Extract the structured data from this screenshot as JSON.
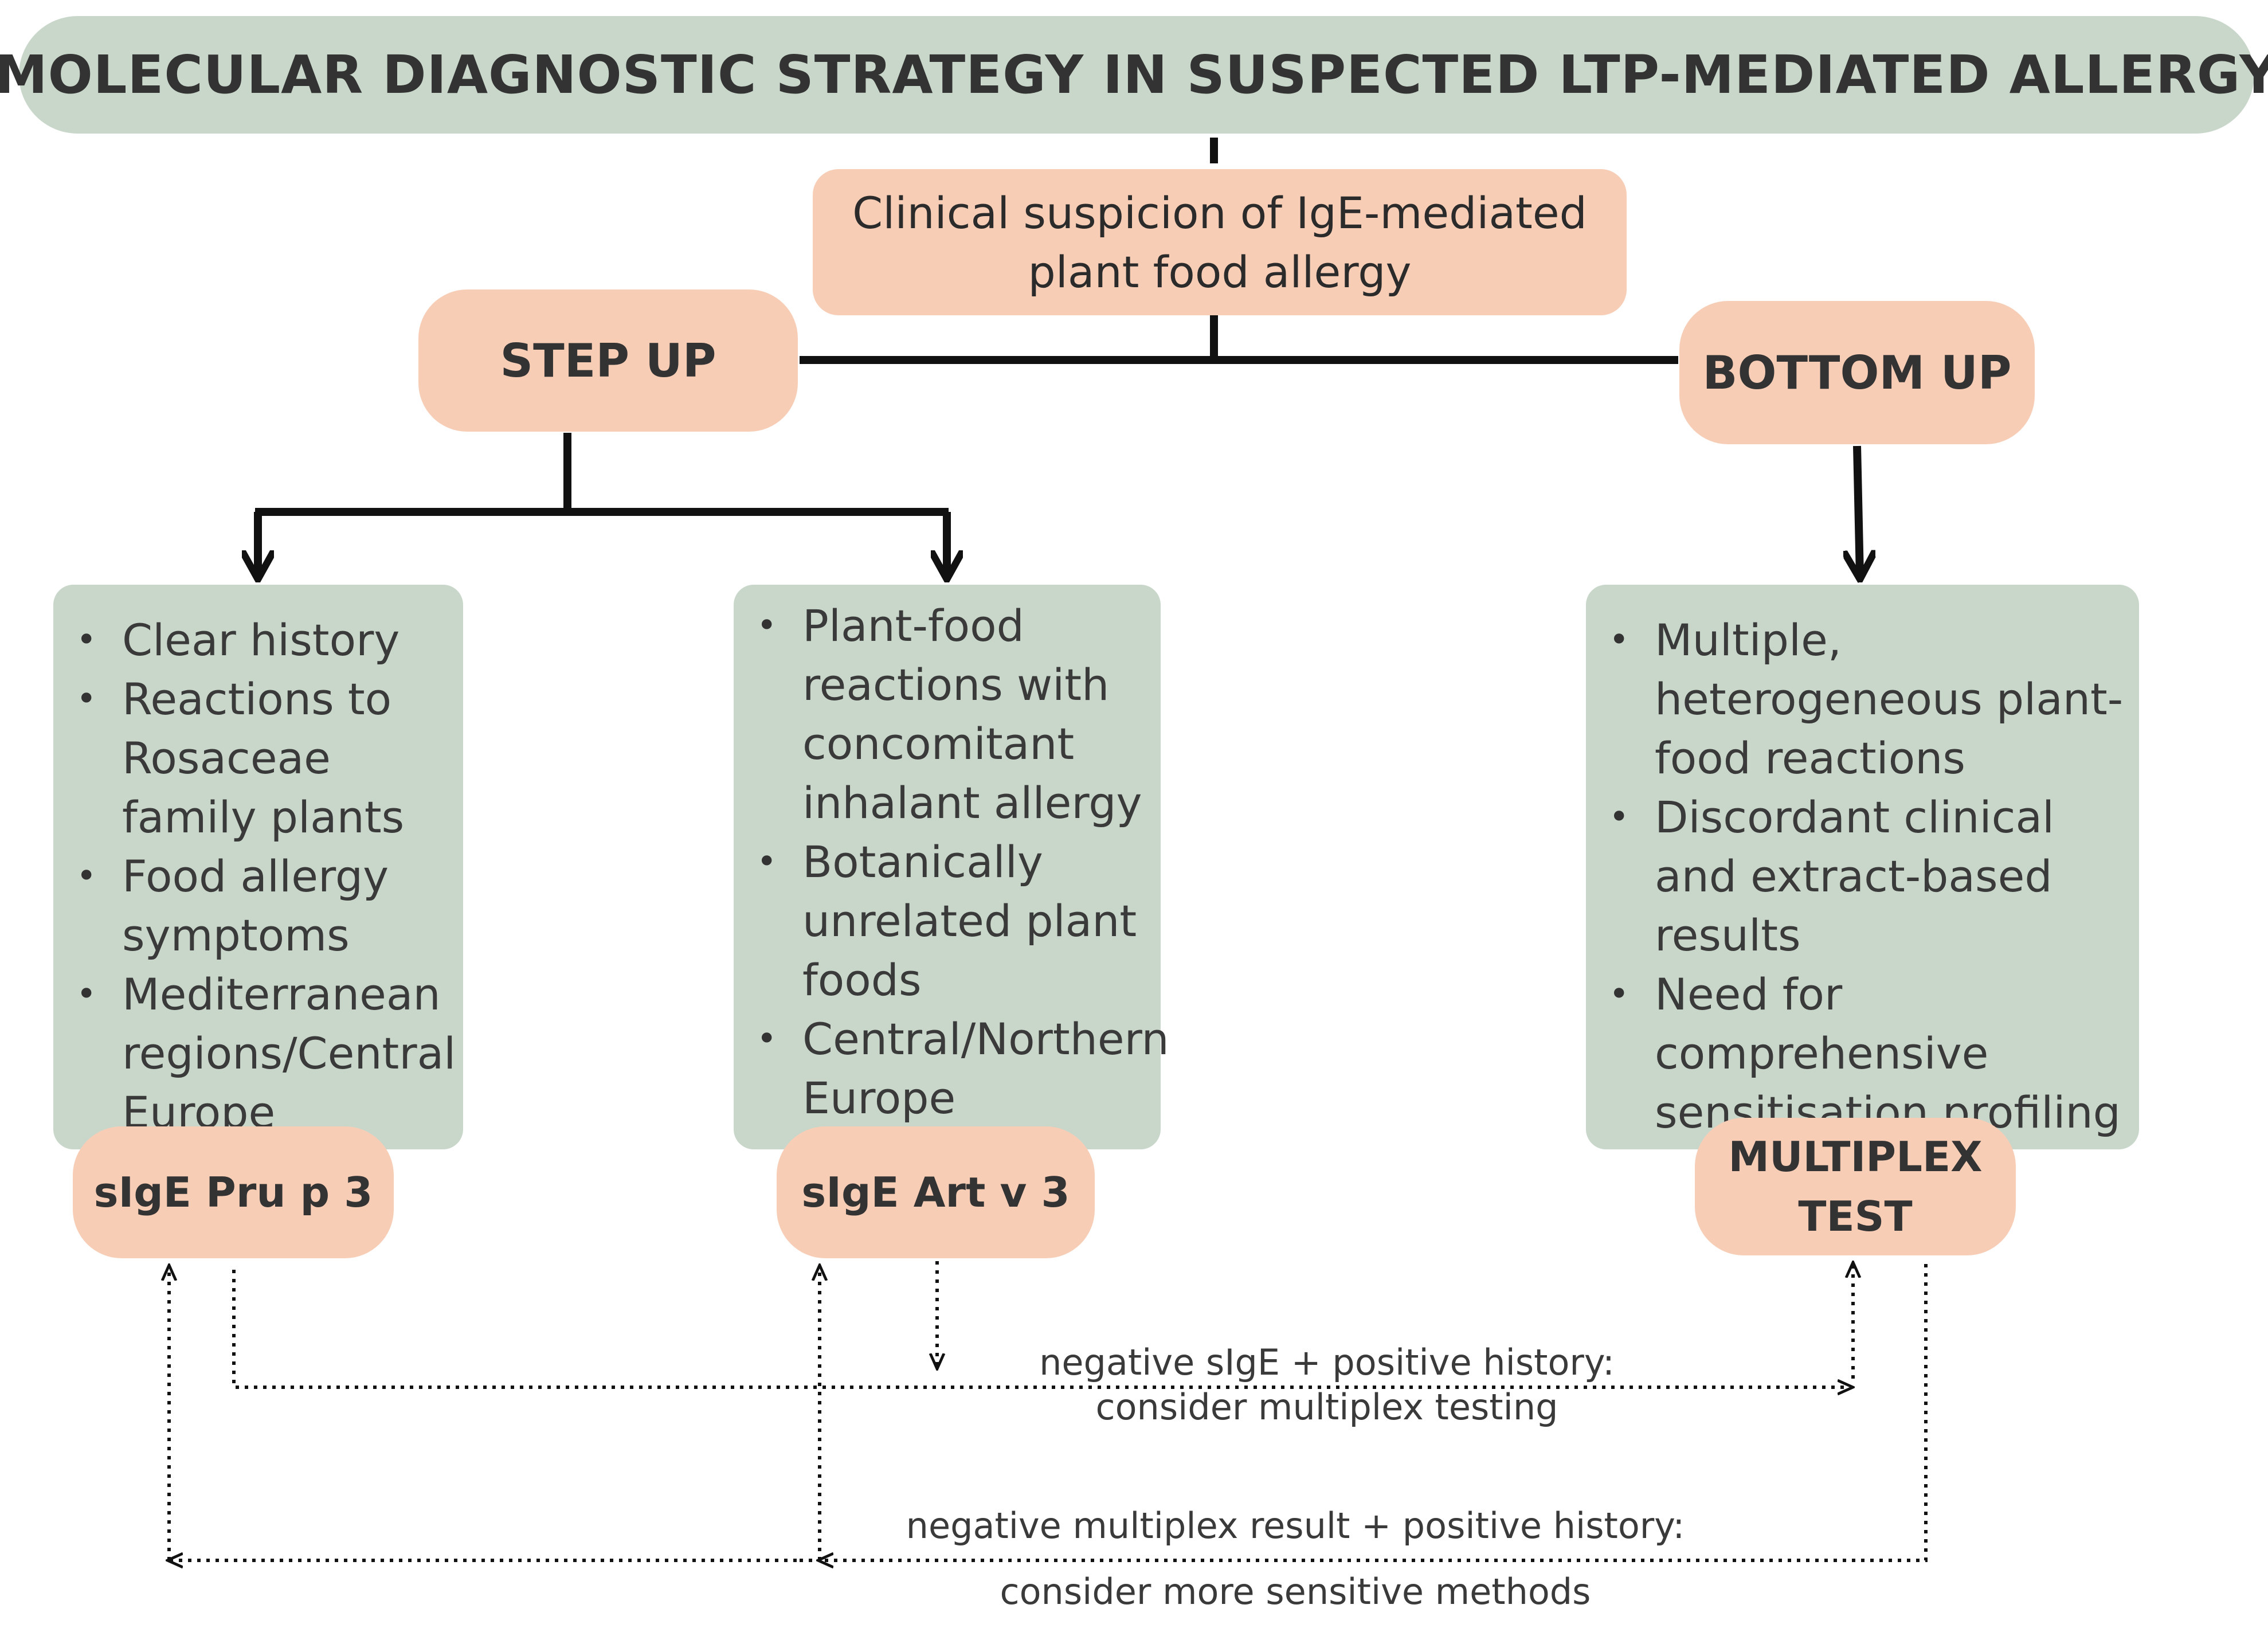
{
  "title": "MOLECULAR DIAGNOSTIC STRATEGY IN SUSPECTED LTP-MEDIATED ALLERGY",
  "start": {
    "line1": "Clinical suspicion of IgE-mediated",
    "line2": "plant food allergy"
  },
  "step_up": {
    "label": "STEP UP"
  },
  "bottom_up": {
    "label": "BOTTOM UP"
  },
  "criteria_pru": {
    "items": [
      "Clear history",
      "Reactions to Rosaceae family plants",
      "Food allergy symptoms",
      "Mediterranean regions/Central Europe"
    ]
  },
  "criteria_art": {
    "items": [
      "Plant-food reactions with concomitant inhalant allergy",
      "Botanically unrelated plant foods",
      "Central/Northern Europe"
    ]
  },
  "criteria_multiplex": {
    "items": [
      "Multiple, heterogeneous plant-food reactions",
      "Discordant clinical and extract-based results",
      "Need for comprehensive sensitisation profiling"
    ]
  },
  "tests": {
    "pru": "sIgE Pru p 3",
    "art": "sIgE Art v 3",
    "multiplex_line1": "MULTIPLEX",
    "multiplex_line2": "TEST"
  },
  "notes": {
    "upper_line1": "negative sIgE + positive history:",
    "upper_line2": "consider multiplex testing",
    "lower_line1": "negative multiplex result + positive history:",
    "lower_line2": "consider more sensitive methods"
  },
  "colors": {
    "green_box": "#c9d7cb",
    "peach_box": "#f7cdb6",
    "connector": "#111111"
  }
}
